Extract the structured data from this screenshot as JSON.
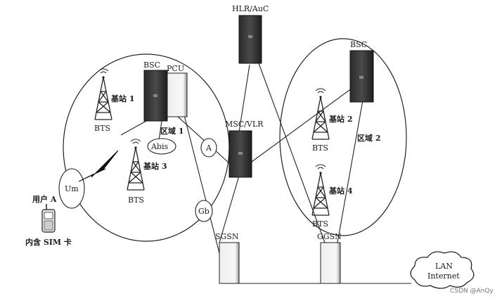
{
  "nodes": {
    "hlr": "HLR/AuC",
    "bsc_left": "BSC",
    "pcu": "PCU",
    "bsc_right": "BSC",
    "msc": "MSC/VLR",
    "sgsn": "SGSN",
    "ggsn": "GGSN",
    "bts1": "BTS",
    "bts3": "BTS",
    "bts2": "BTS",
    "bts4": "BTS"
  },
  "stations": {
    "s1": "基站 1",
    "s2": "基站 2",
    "s3": "基站 3",
    "s4": "基站 4"
  },
  "areas": {
    "area1": "区域 1",
    "area2": "区域 2"
  },
  "interfaces": {
    "abis": "Abis",
    "a": "A",
    "gb": "Gb",
    "um": "Um"
  },
  "user": {
    "label": "用户 A",
    "sim": "内含 SIM 卡"
  },
  "cloud": {
    "line1": "LAN",
    "line2": "Internet"
  },
  "watermark": "CSDN @AnQy"
}
